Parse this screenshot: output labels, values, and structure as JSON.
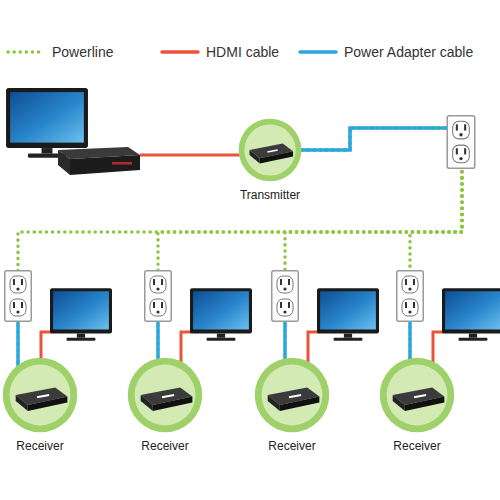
{
  "diagram": {
    "nodes": [
      {
        "text": [
          "Transmitter"
        ]
      },
      {
        "text": [
          "Receiver"
        ]
      },
      {
        "text": [
          "Receiver"
        ]
      },
      {
        "text": [
          "Receiver"
        ]
      },
      {
        "text": [
          "Receiver"
        ]
      }
    ],
    "edges": [
      {
        "from": 0,
        "to": 1,
        "arrow": "none"
      },
      {
        "from": 0,
        "to": 2,
        "arrow": "none"
      },
      {
        "from": 0,
        "to": 3,
        "arrow": "none"
      },
      {
        "from": 0,
        "to": 4,
        "arrow": "none"
      }
    ],
    "legend": [
      {
        "text": "Powerline"
      },
      {
        "text": "HDMI cable"
      },
      {
        "text": "Power Adapter cable"
      }
    ]
  }
}
